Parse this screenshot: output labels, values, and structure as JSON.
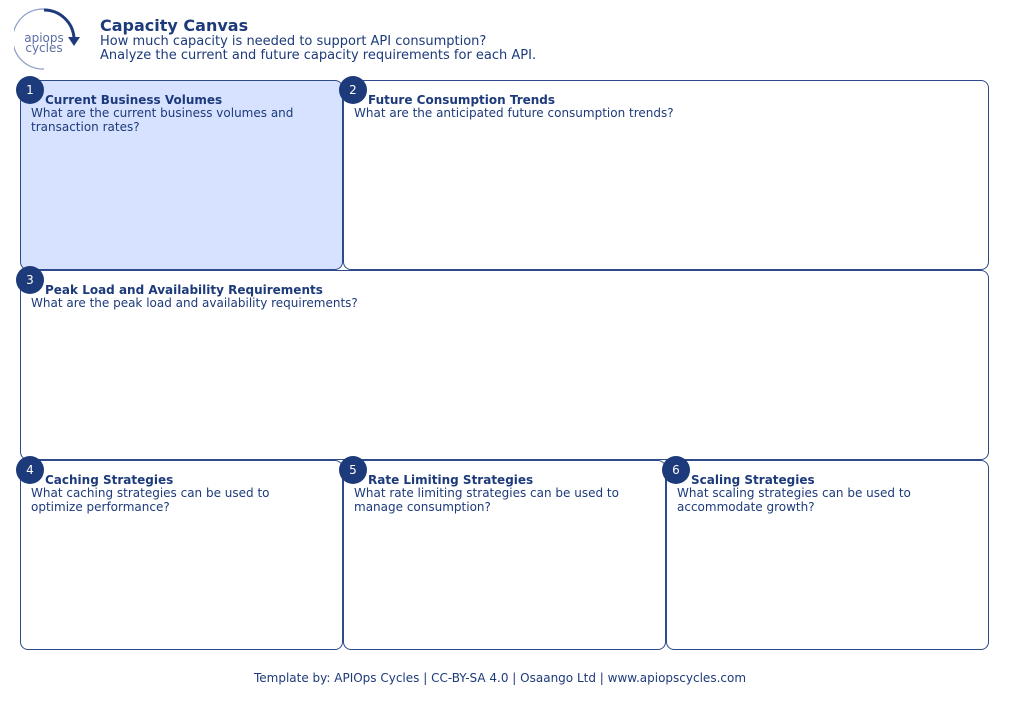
{
  "logo": {
    "line1": "apiops",
    "line2": "cycles"
  },
  "header": {
    "title": "Capacity Canvas",
    "subtitle1": "How much capacity is needed to support API consumption?",
    "subtitle2": "Analyze the current and future capacity requirements for each API."
  },
  "sections": [
    {
      "number": "1",
      "title": "Current Business Volumes",
      "question": "What are the current business volumes and transaction rates?"
    },
    {
      "number": "2",
      "title": "Future Consumption Trends",
      "question": "What are the anticipated future consumption trends?"
    },
    {
      "number": "3",
      "title": "Peak Load and Availability Requirements",
      "question": "What are the peak load and availability requirements?"
    },
    {
      "number": "4",
      "title": "Caching Strategies",
      "question": "What caching strategies can be used to optimize performance?"
    },
    {
      "number": "5",
      "title": "Rate Limiting Strategies",
      "question": "What rate limiting strategies can be used to manage consumption?"
    },
    {
      "number": "6",
      "title": "Scaling Strategies",
      "question": "What scaling strategies can be used to accommodate growth?"
    }
  ],
  "footer": {
    "text": "Template by: APIOps Cycles | CC-BY-SA 4.0 | Osaango Ltd | www.apiopscycles.com"
  },
  "colors": {
    "primary": "#1d3a7a",
    "highlight": "#d6e2ff",
    "border": "#2d4a8a"
  }
}
